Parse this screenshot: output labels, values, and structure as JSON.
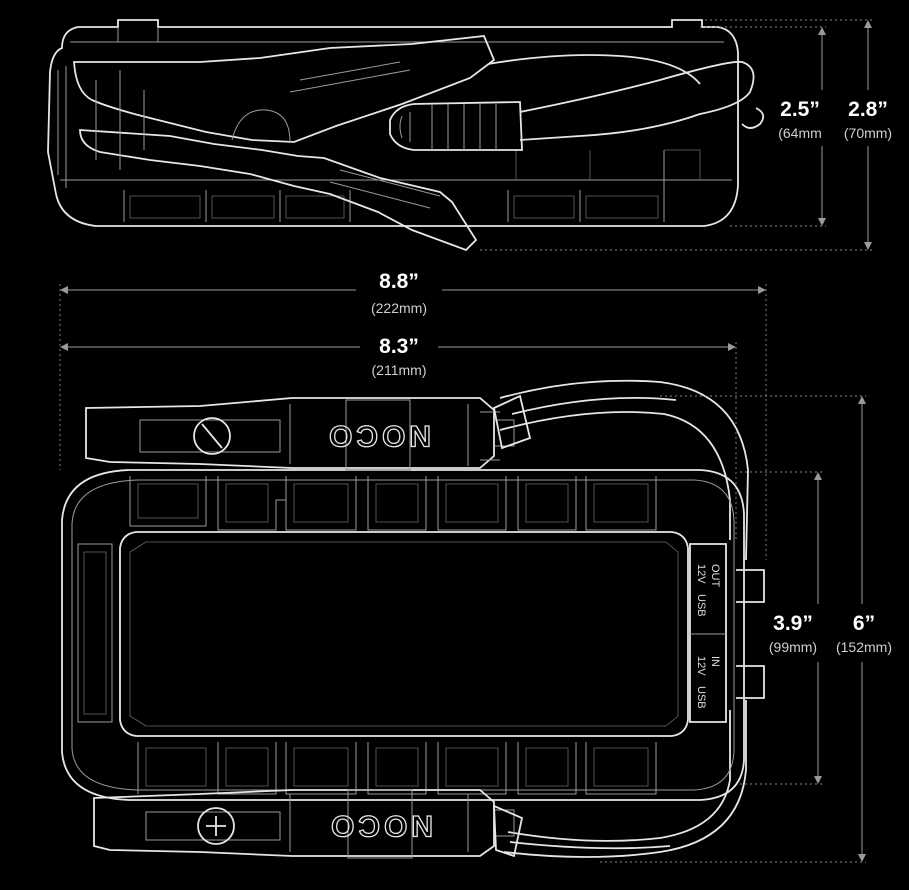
{
  "side_view": {
    "dims": [
      {
        "main": "2.5”",
        "sub": "(64mm"
      },
      {
        "main": "2.8”",
        "sub": "(70mm)"
      }
    ]
  },
  "top_view": {
    "dims": [
      {
        "main": "8.8”",
        "sub": "(222mm)"
      },
      {
        "main": "8.3”",
        "sub": "(211mm)"
      },
      {
        "main": "3.9”",
        "sub": "(99mm)"
      },
      {
        "main": "6”",
        "sub": "(152mm)"
      }
    ],
    "brand": "NOCO",
    "ports": {
      "out": "OUT",
      "out_12v": "12V",
      "out_usb": "USB",
      "in": "IN",
      "in_12v": "12V",
      "in_usb": "USB"
    }
  },
  "colors": {
    "background": "#000000",
    "outline": "#e6e6e6"
  }
}
